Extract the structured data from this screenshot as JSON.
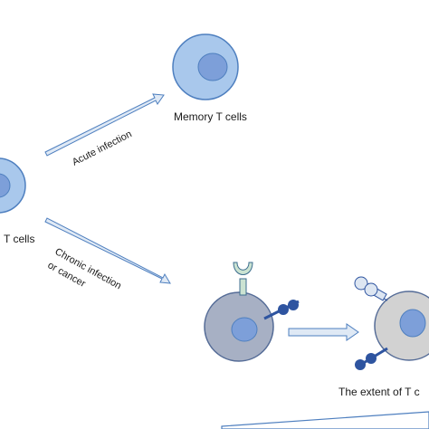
{
  "labels": {
    "memory": "Memory T cells",
    "naive_partial": "T cells",
    "acute": "Acute infection",
    "chronic_line1": "Chronic infection",
    "chronic_line2": "or cancer",
    "extent": "The extent of T c"
  },
  "colors": {
    "cell_light_fill": "#a9c8ec",
    "cell_light_stroke": "#4e7fbf",
    "nucleus_fill": "#7d9fd9",
    "exhausted_cell_fill": "#a7b0c4",
    "exhausted_cell_stroke": "#556c97",
    "grey_cell_fill": "#d2d2d2",
    "arrow_fill": "#dfe9f5",
    "arrow_stroke": "#4e7fbf",
    "receptor_fill": "#cbe3d2",
    "receptor_dark": "#2e54a0",
    "receptor_light": "#dde6f2"
  }
}
